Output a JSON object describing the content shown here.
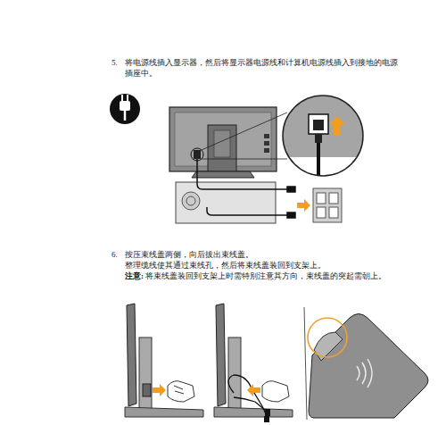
{
  "diagram": {
    "labels": [
      "5.",
      "将电源线插入显示器，然后将显示器电源线和计算机电源线插入到接地的电源插座中。",
      "6.",
      "按压束线盖两侧，向后拔出束线盖。",
      "整理缆线使其通过束线孔，然后将束线盖装回到支架上。",
      "注意:",
      "将束线盖装回到支架上时需特别注意其方向，束线盖的突起需朝上。"
    ]
  }
}
